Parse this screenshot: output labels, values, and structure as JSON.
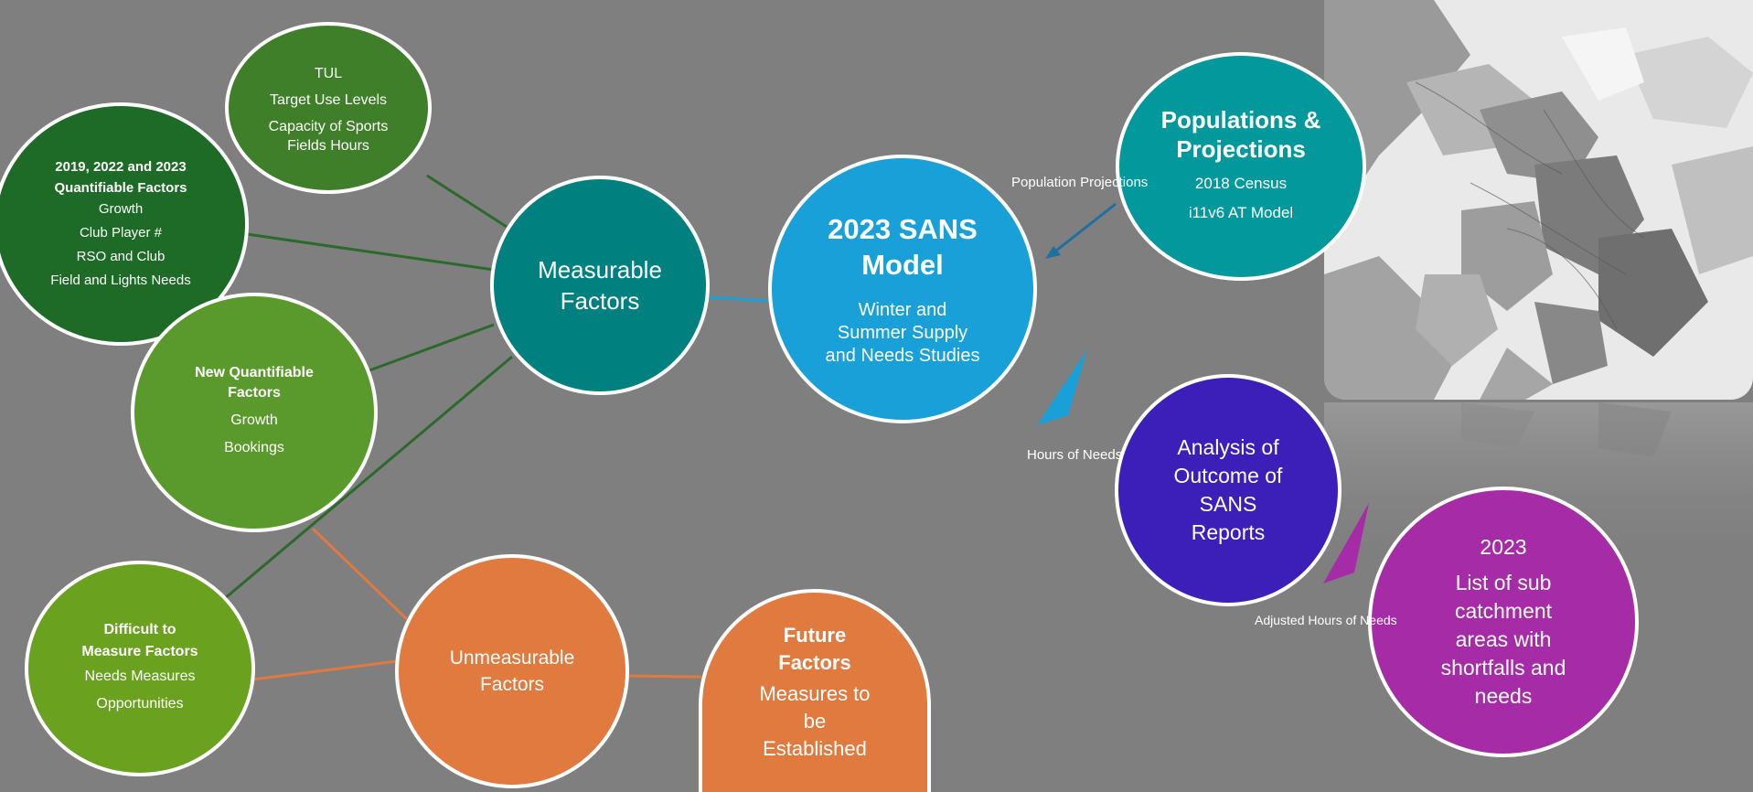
{
  "colors": {
    "background": "#7f7f7f",
    "dark_green": "#1e6b27",
    "mid_green": "#3f7f2a",
    "green": "#5a9a2c",
    "light_green": "#6aa11e",
    "teal": "#00807f",
    "blue": "#19a0d8",
    "teal_light": "#03999c",
    "purple": "#3c1fb9",
    "magenta": "#a62ba6",
    "orange": "#e07a3f"
  },
  "nodes": {
    "tul": {
      "lines": [
        "TUL",
        "Target Use Levels",
        "Capacity of Sports Fields Hours"
      ]
    },
    "quant2019": {
      "title_lines": [
        "2019,  2022 and 2023",
        "Quantifiable Factors"
      ],
      "lines": [
        "Growth",
        "Club Player #",
        "RSO and Club",
        "Field and Lights  Needs"
      ]
    },
    "new_quant": {
      "title_lines": [
        "New Quantifiable",
        "Factors"
      ],
      "lines": [
        "Growth",
        "Bookings"
      ]
    },
    "difficult": {
      "title_lines": [
        "Difficult  to",
        "Measure Factors"
      ],
      "lines": [
        "Needs Measures",
        "Opportunities"
      ]
    },
    "measurable": {
      "lines": [
        "Measurable",
        "Factors"
      ]
    },
    "unmeasurable": {
      "lines": [
        "Unmeasurable",
        "Factors"
      ]
    },
    "future": {
      "title_lines": [
        "Future",
        "Factors"
      ],
      "lines": [
        "Measures to",
        "be",
        "Established"
      ]
    },
    "sans_model": {
      "title_lines": [
        "2023 SANS",
        "Model"
      ],
      "lines": [
        "Winter and",
        "Summer Supply",
        "and Needs Studies"
      ]
    },
    "populations": {
      "title_lines": [
        "Populations &",
        "Projections"
      ],
      "lines": [
        "2018 Census",
        "i11v6 AT Model"
      ]
    },
    "analysis": {
      "lines": [
        "Analysis of",
        "Outcome of",
        "SANS",
        "Reports"
      ]
    },
    "list2023": {
      "lines": [
        "2023",
        "List of sub",
        "catchment",
        "areas with",
        "shortfalls and",
        "needs"
      ]
    }
  },
  "edge_labels": {
    "population_projections": [
      "Population",
      "Projections"
    ],
    "hours_of_needs": [
      "Hours",
      "of Needs"
    ],
    "adjusted_hours": [
      "Adjusted Hours",
      "of Needs"
    ]
  }
}
